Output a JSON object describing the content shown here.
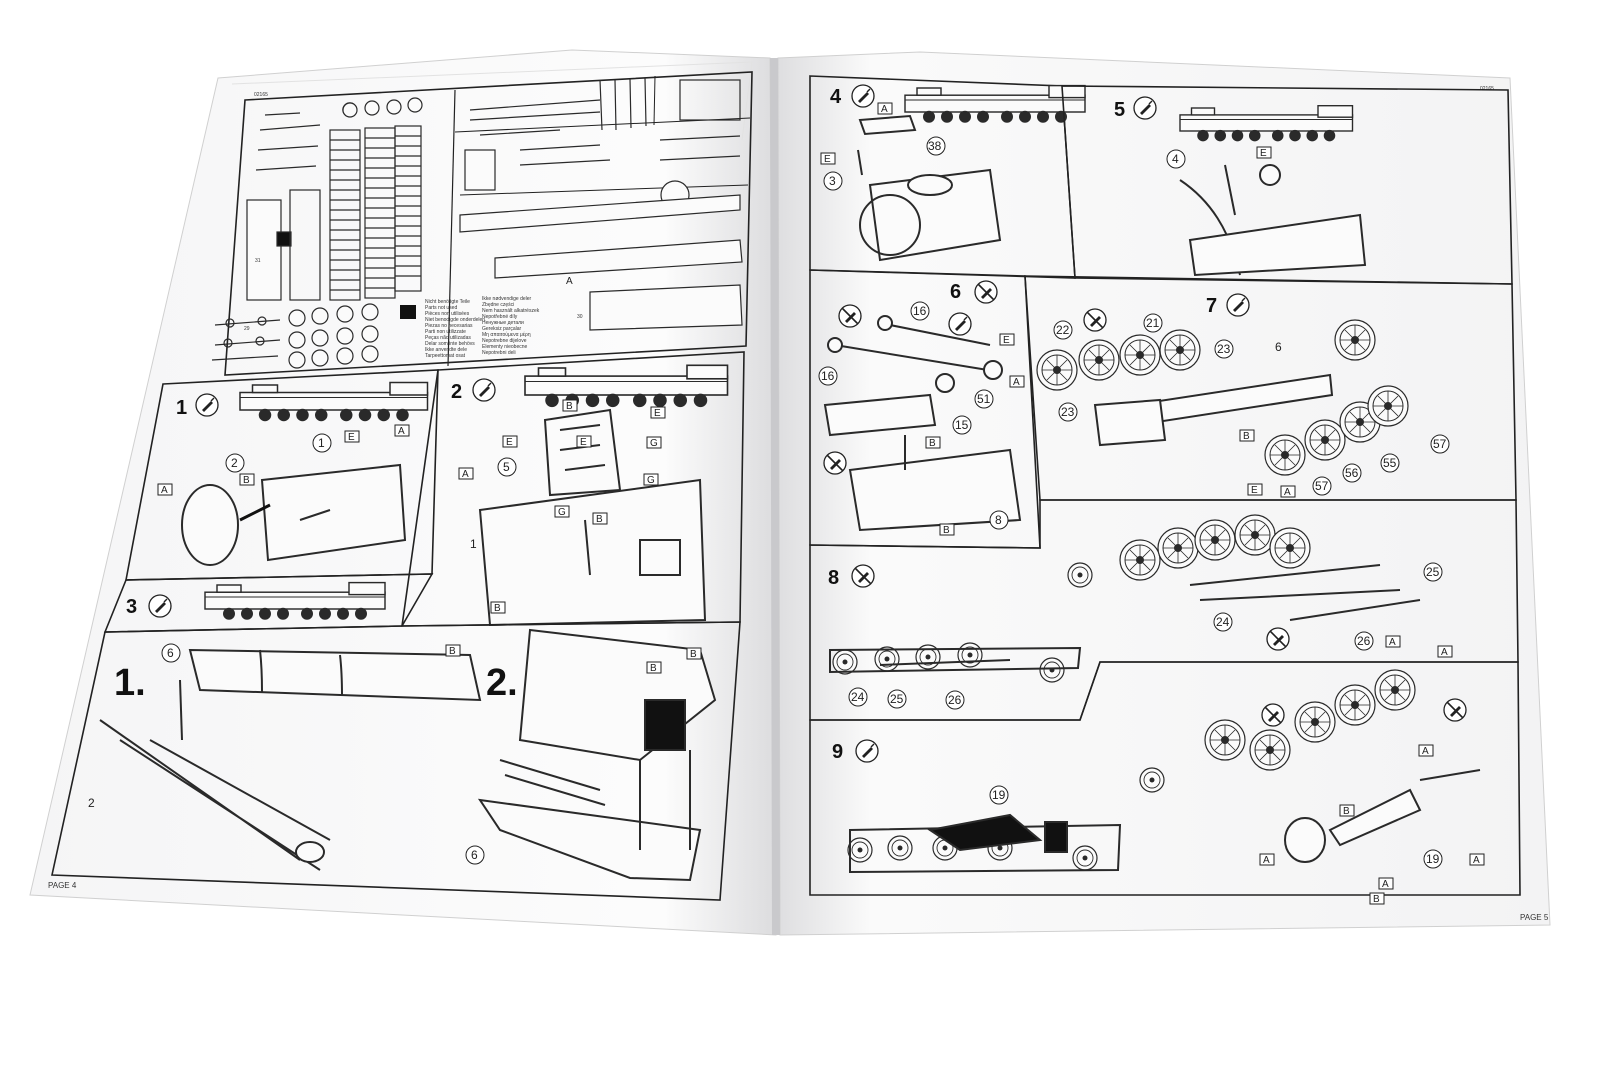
{
  "left_page": {
    "code": "02165",
    "footer": "PAGE 4",
    "legend_lines_a": [
      "Nicht benötigte Teile",
      "Parts not used",
      "Pièces non utilisées",
      "Niet benodigde onderdelen",
      "Piezas no necesarias",
      "Parti non utilizzate",
      "Peças não utilizadas",
      "Delar som inte behövs",
      "Ikke anvendte dele",
      "Tarpeettomat osat"
    ],
    "legend_lines_b": [
      "Ikke nødvendige deler",
      "Zbędne części",
      "Nem használt alkatrészek",
      "Nepotřebné díly",
      "Ненужные детали",
      "Gereksiz parçalar",
      "Μη απαιτούμενα μέρη",
      "Nepotrebne dijelove",
      "Elementy nieobecne",
      "Nepotrebni deli"
    ],
    "sprue_part_numbers": [
      "31",
      "29",
      "30"
    ],
    "steps": [
      {
        "number": "1",
        "callouts": [
          "1",
          "2"
        ],
        "letters": [
          "A",
          "B",
          "E",
          "A"
        ]
      },
      {
        "number": "2",
        "callouts": [
          "5",
          "1"
        ],
        "letters": [
          "B",
          "E",
          "E",
          "G",
          "G",
          "A",
          "E",
          "G",
          "B",
          "B"
        ]
      },
      {
        "number": "3",
        "callouts": [],
        "letters": []
      }
    ],
    "sub_steps": [
      {
        "number": "1.",
        "callouts": [
          "6",
          "2"
        ],
        "letters": [
          "B"
        ]
      },
      {
        "number": "2.",
        "callouts": [
          "6"
        ],
        "letters": [
          "B",
          "B"
        ]
      }
    ],
    "body_callouts": [
      "A",
      "30"
    ]
  },
  "right_page": {
    "code": "02165",
    "footer": "PAGE 5",
    "steps": [
      {
        "number": "4",
        "callouts": [
          "38",
          "3"
        ],
        "letters": [
          "A",
          "E"
        ]
      },
      {
        "number": "5",
        "callouts": [
          "4"
        ],
        "letters": [
          "E"
        ]
      },
      {
        "number": "6",
        "callouts": [
          "16",
          "16",
          "15",
          "51",
          "8"
        ],
        "letters": [
          "E",
          "A",
          "B",
          "B"
        ]
      },
      {
        "number": "7",
        "callouts": [
          "22",
          "21",
          "23",
          "23",
          "6",
          "57",
          "55",
          "56",
          "57"
        ],
        "letters": [
          "B",
          "E",
          "A"
        ]
      },
      {
        "number": "8",
        "callouts": [
          "25",
          "24",
          "26",
          "24",
          "25",
          "26"
        ],
        "letters": [
          "A",
          "A"
        ]
      },
      {
        "number": "9",
        "callouts": [
          "19",
          "19"
        ],
        "letters": [
          "A",
          "B",
          "A",
          "A",
          "A",
          "B"
        ]
      }
    ]
  },
  "colors": {
    "paper": "#fbfbfb",
    "ink": "#222222",
    "background": "#ffffff"
  },
  "icons": [
    "glue-icon",
    "no-glue-icon"
  ]
}
